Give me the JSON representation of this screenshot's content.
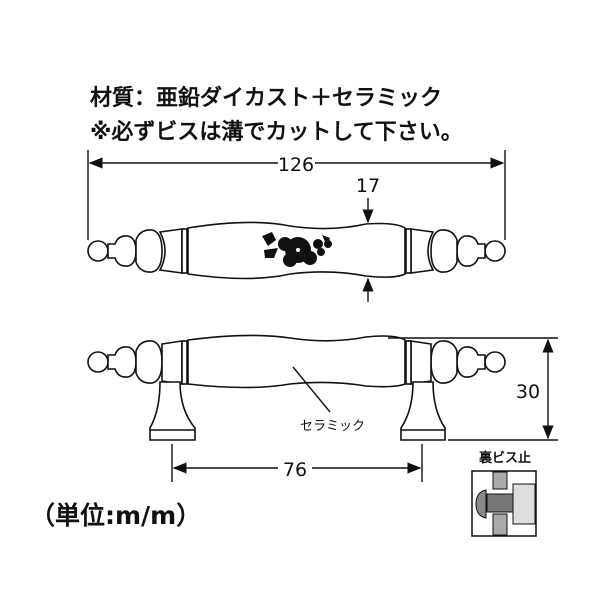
{
  "notes": {
    "material": "材質：亜鉛ダイカスト＋セラミック",
    "screw_note": "※必ずビスは溝でカットして下さい。"
  },
  "dimensions": {
    "overall_length": "126",
    "grip_thickness": "17",
    "height": "30",
    "hole_pitch": "76"
  },
  "labels": {
    "ceramic": "セラミック",
    "unit": "（単位:m/m）",
    "back_screw": "裏ビス止"
  }
}
